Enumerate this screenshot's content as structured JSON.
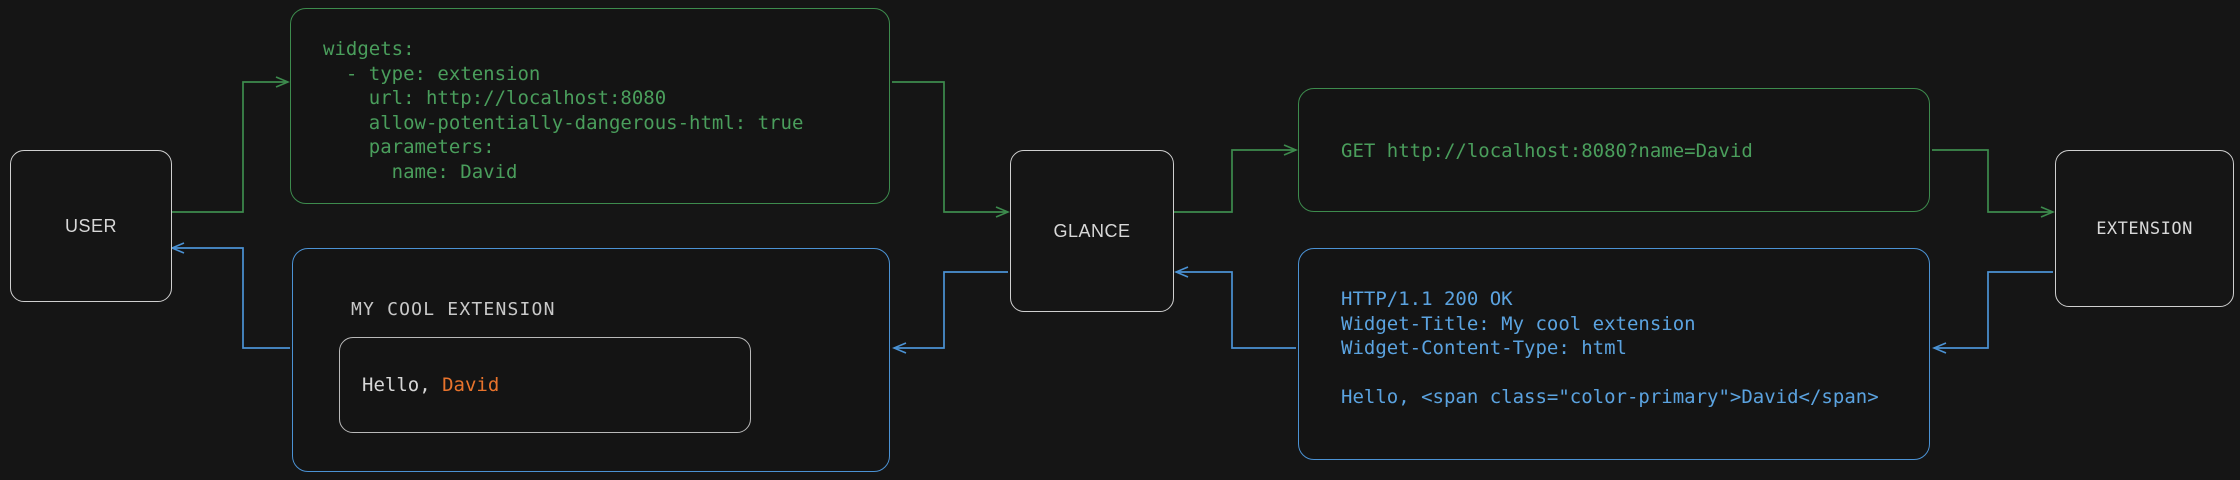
{
  "theme": {
    "background": "#151515",
    "node_border": "#cfcfcf",
    "node_label": "#d8d8d8",
    "green": "#4a9e5c",
    "green_border": "#3d8b4d",
    "blue": "#5ba3e0",
    "blue_border": "#4b92d4",
    "orange_accent": "#e8732c",
    "widget_border": "#b9b9b9"
  },
  "nodes": {
    "user": {
      "label": "USER"
    },
    "glance": {
      "label": "GLANCE"
    },
    "extension": {
      "label": "EXTENSION"
    }
  },
  "panels": {
    "config": {
      "kind": "yaml-config",
      "color": "#4a9e5c",
      "text": "widgets:\n  - type: extension\n    url: http://localhost:8080\n    allow-potentially-dangerous-html: true\n    parameters:\n      name: David"
    },
    "request": {
      "kind": "http-request",
      "color": "#4a9e5c",
      "text": "GET http://localhost:8080?name=David"
    },
    "response": {
      "kind": "http-response",
      "color": "#5ba3e0",
      "text": "HTTP/1.1 200 OK\nWidget-Title: My cool extension\nWidget-Content-Type: html\n\nHello, <span class=\"color-primary\">David</span>"
    },
    "widget": {
      "kind": "rendered-widget",
      "title": "MY COOL EXTENSION",
      "body_prefix": "Hello, ",
      "body_accent": "David"
    }
  },
  "edges": [
    {
      "name": "user-to-config",
      "color": "#3d8b4d",
      "direction": "right"
    },
    {
      "name": "config-to-glance",
      "color": "#3d8b4d",
      "direction": "right"
    },
    {
      "name": "glance-to-request",
      "color": "#3d8b4d",
      "direction": "right"
    },
    {
      "name": "request-to-extension",
      "color": "#3d8b4d",
      "direction": "right"
    },
    {
      "name": "extension-to-response",
      "color": "#4b92d4",
      "direction": "left"
    },
    {
      "name": "response-to-glance",
      "color": "#4b92d4",
      "direction": "left"
    },
    {
      "name": "glance-to-widget",
      "color": "#4b92d4",
      "direction": "left"
    },
    {
      "name": "widget-to-user",
      "color": "#4b92d4",
      "direction": "left"
    }
  ]
}
